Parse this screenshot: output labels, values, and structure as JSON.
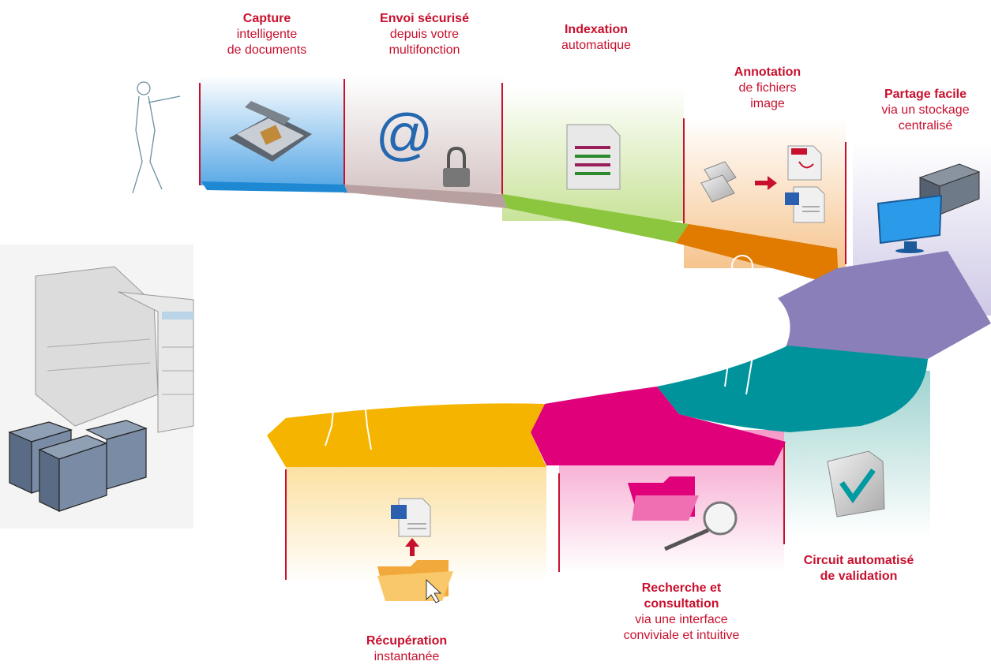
{
  "colors": {
    "brand_red": "#c8102e",
    "capture": "#1e88d2",
    "envoi": "#b9a0a0",
    "indexation": "#8cc63f",
    "annotation": "#e07b00",
    "partage": "#8a7fb8",
    "validation": "#00939b",
    "recherche": "#e0007a",
    "recuperation": "#f5b400"
  },
  "steps": [
    {
      "id": "capture",
      "title": "Capture",
      "lines": [
        "intelligente",
        "de documents"
      ]
    },
    {
      "id": "envoi",
      "title": "Envoi sécurisé",
      "lines": [
        "depuis votre",
        "multifonction"
      ]
    },
    {
      "id": "indexation",
      "title": "Indexation",
      "lines": [
        "automatique"
      ]
    },
    {
      "id": "annotation",
      "title": "Annotation",
      "lines": [
        "de fichiers",
        "image"
      ]
    },
    {
      "id": "partage",
      "title": "Partage facile",
      "lines": [
        "via un stockage",
        "centralisé"
      ]
    },
    {
      "id": "validation",
      "title": "Circuit automatisé",
      "title2": "de validation",
      "lines": []
    },
    {
      "id": "recherche",
      "title": "Recherche et",
      "title2": "consultation",
      "lines": [
        "via une interface",
        "conviviale et intuitive"
      ]
    },
    {
      "id": "recuperation",
      "title": "Récupération",
      "lines": [
        "instantanée"
      ]
    }
  ],
  "icons": {
    "envoi_symbol": "@"
  }
}
